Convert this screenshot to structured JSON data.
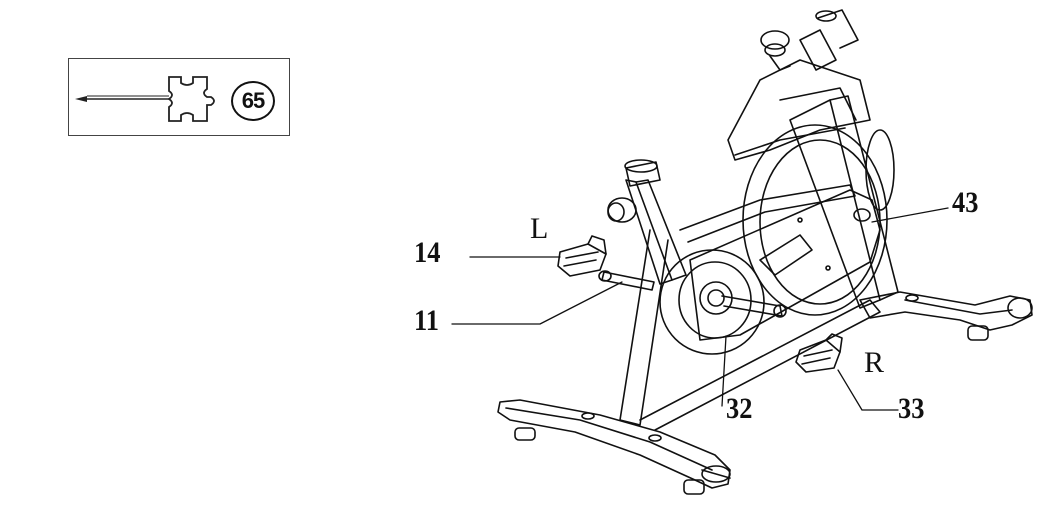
{
  "tool": {
    "part_number": "65",
    "icon": "pedal-wrench-icon"
  },
  "callouts": [
    {
      "id": "14",
      "label": "14",
      "part": "left-pedal"
    },
    {
      "id": "11",
      "label": "11",
      "part": "crank-axle"
    },
    {
      "id": "32",
      "label": "32",
      "part": "right-crank-arm"
    },
    {
      "id": "33",
      "label": "33",
      "part": "right-pedal"
    },
    {
      "id": "43",
      "label": "43",
      "part": "frame-tube"
    }
  ],
  "side_markers": {
    "left": "L",
    "right": "R"
  },
  "colors": {
    "line": "#111111",
    "background": "#ffffff"
  }
}
